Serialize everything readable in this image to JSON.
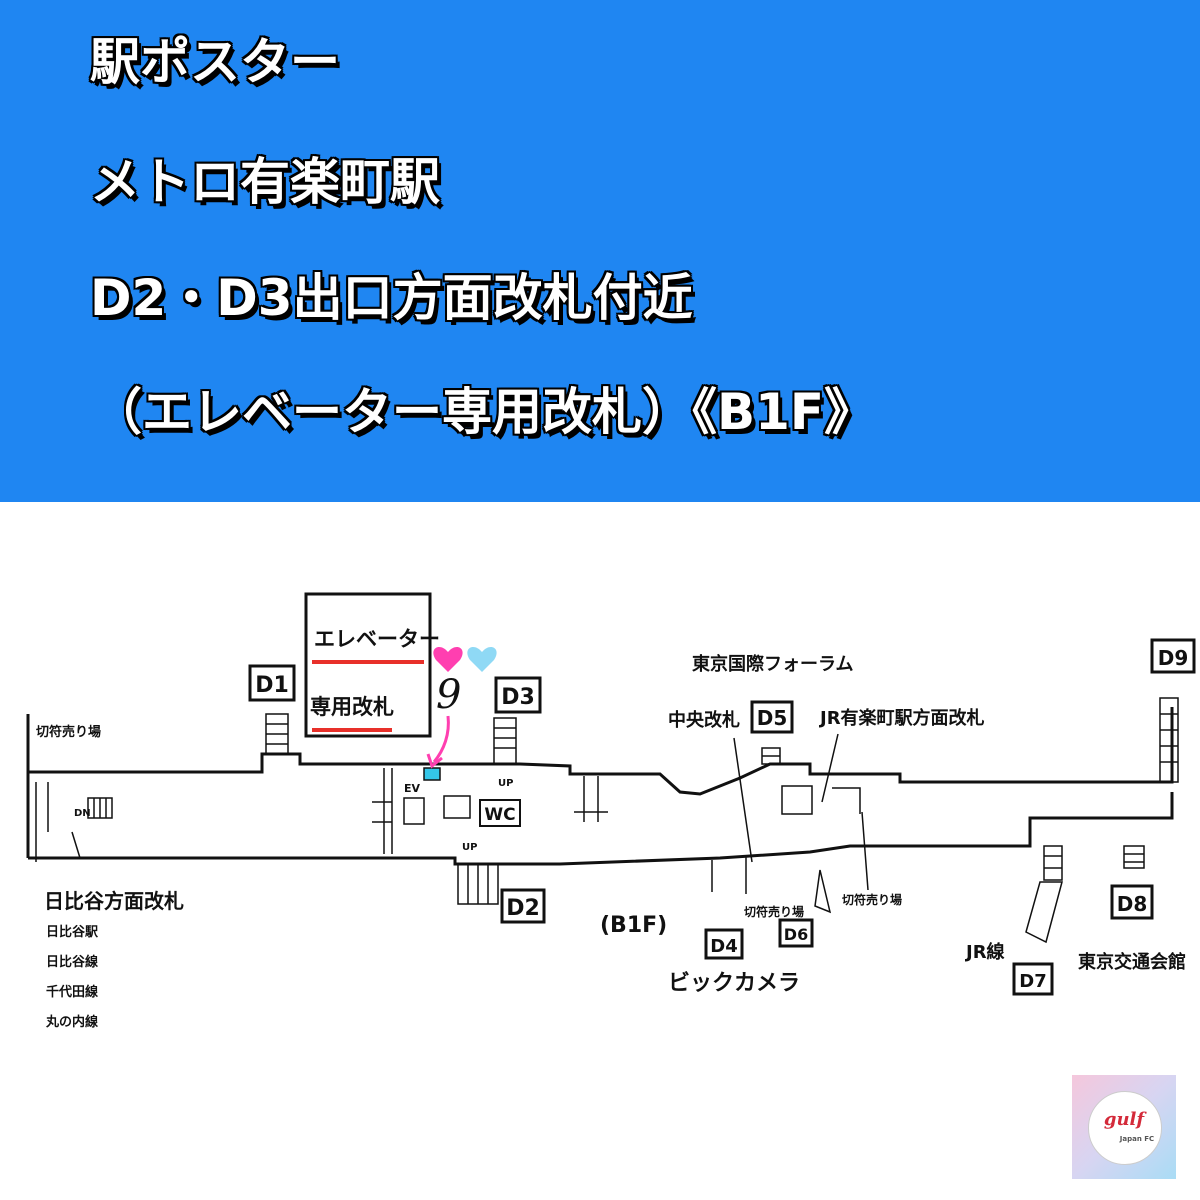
{
  "banner": {
    "line1": "駅ポスター",
    "line2": "メトロ有楽町駅",
    "line3": "D2・D3出口方面改札付近",
    "line4": "（エレベーター専用改札）《B1F》"
  },
  "callout": {
    "line1": "エレベーター",
    "line2": "専用改札",
    "mark": "9"
  },
  "exits": {
    "d1": "D1",
    "d2": "D2",
    "d3": "D3",
    "d4": "D4",
    "d5": "D5",
    "d6": "D6",
    "d7": "D7",
    "d8": "D8",
    "d9": "D9"
  },
  "labels": {
    "ticket_left": "切符売り場",
    "ticket_mid": "切符売り場",
    "ticket_right": "切符売り場",
    "hibiya_gate": "日比谷方面改札",
    "hibiya_station": "日比谷駅",
    "hibiya_line": "日比谷線",
    "chiyoda_line": "千代田線",
    "marunouchi_line": "丸の内線",
    "forum": "東京国際フォーラム",
    "central_gate": "中央改札",
    "jr_gate": "JR有楽町駅方面改札",
    "floor": "(B1F)",
    "bic": "ビックカメラ",
    "jr_line": "JR線",
    "kotsu": "東京交通会館",
    "wc": "WC",
    "ev": "EV",
    "dn": "DN",
    "up1": "UP",
    "up2": "UP"
  },
  "logo": {
    "text": "gulf",
    "sub": "Japan FC"
  },
  "colors": {
    "banner": "#1f86f2",
    "underline": "#e8302a",
    "marker": "#ff3fb0",
    "gate": "#34c6e8"
  }
}
